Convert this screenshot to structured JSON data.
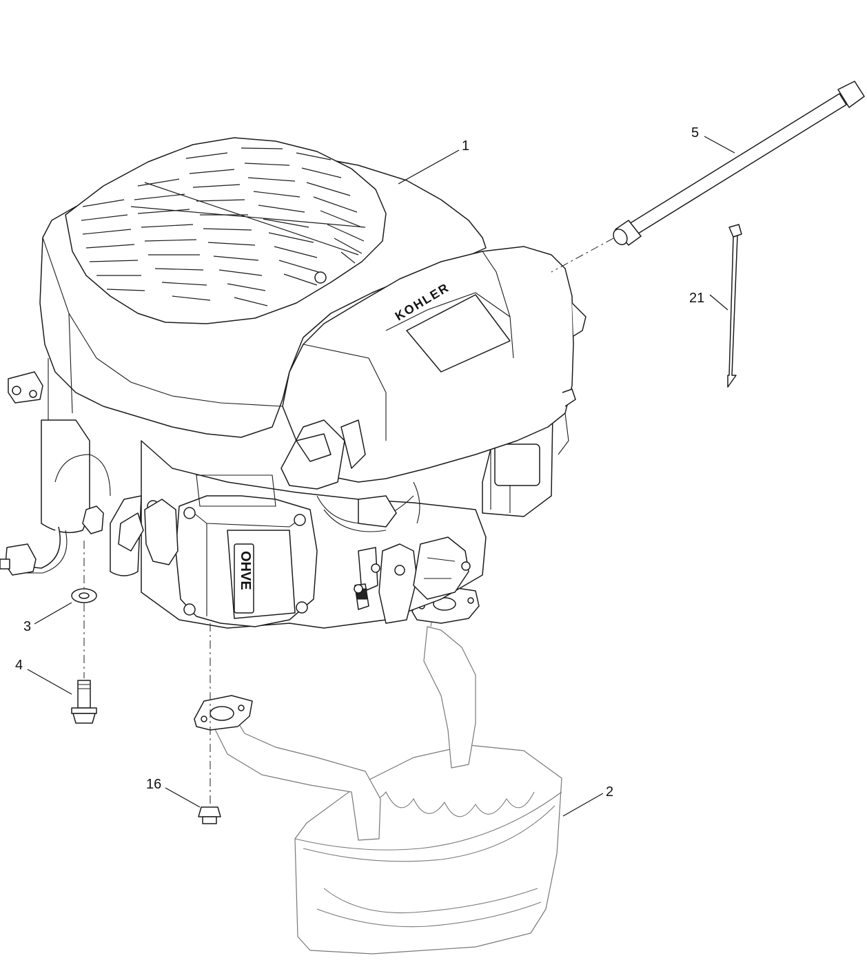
{
  "diagram": {
    "brand_label": "KOHLER",
    "valve_cover_label": "OHVE",
    "callouts": [
      {
        "id": "1",
        "label": "1",
        "part": "engine"
      },
      {
        "id": "2",
        "label": "2",
        "part": "muffler"
      },
      {
        "id": "3",
        "label": "3",
        "part": "washer"
      },
      {
        "id": "4",
        "label": "4",
        "part": "bolt"
      },
      {
        "id": "5",
        "label": "5",
        "part": "oil-drain-tube"
      },
      {
        "id": "16",
        "label": "16",
        "part": "flange-nut"
      },
      {
        "id": "21",
        "label": "21",
        "part": "cable-tie"
      }
    ]
  }
}
